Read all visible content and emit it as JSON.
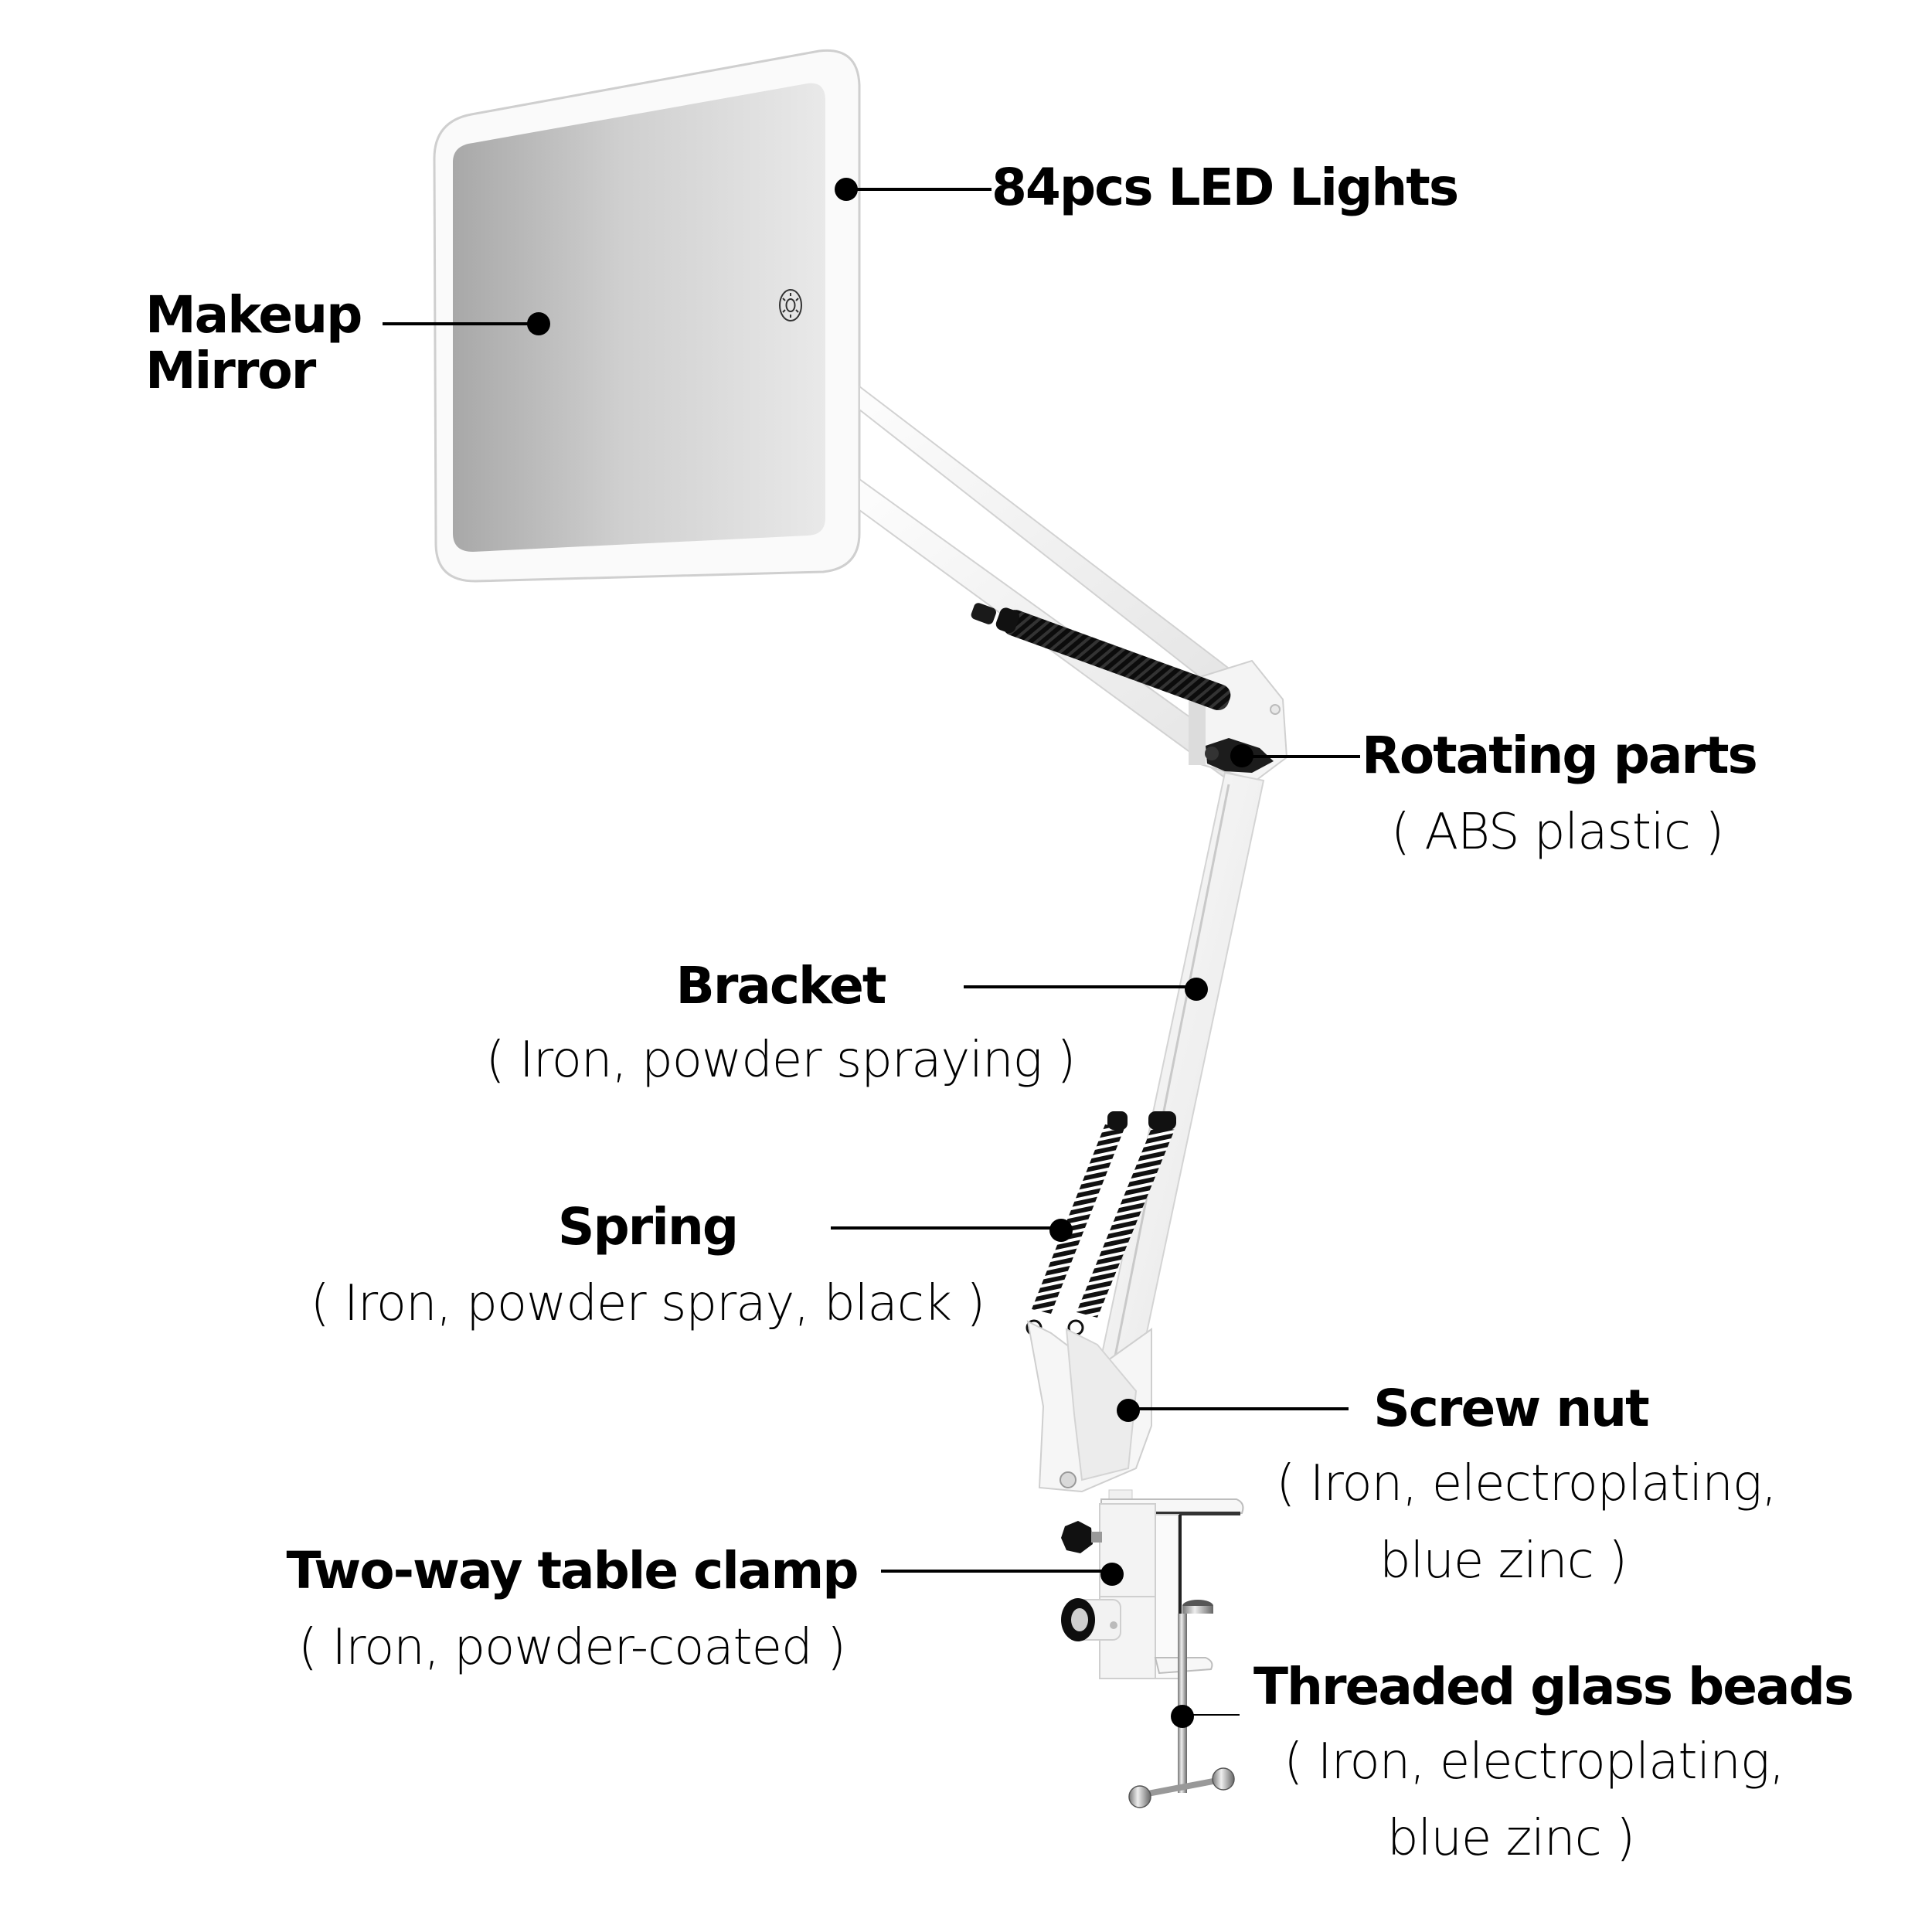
{
  "callouts": {
    "makeup_mirror": {
      "title_line1": "Makeup",
      "title_line2": "Mirror"
    },
    "led_lights": {
      "title": "84pcs LED Lights"
    },
    "rotating_parts": {
      "title": "Rotating parts",
      "material": "( ABS plastic )"
    },
    "bracket": {
      "title": "Bracket",
      "material": "( Iron, powder spraying )"
    },
    "spring": {
      "title": "Spring",
      "material": "( Iron, powder spray, black )"
    },
    "screw_nut": {
      "title": "Screw nut",
      "material_line1": "( Iron, electroplating,",
      "material_line2": "blue zinc )"
    },
    "table_clamp": {
      "title": "Two-way table clamp",
      "material": "( Iron, powder-coated )"
    },
    "glass_beads": {
      "title": "Threaded glass beads",
      "material_line1": "( Iron, electroplating,",
      "material_line2": "blue zinc )"
    }
  },
  "colors": {
    "background": "#ffffff",
    "text": "#000000",
    "frame": "#f7f7f7",
    "mirror_dark": "#a9a9a9",
    "mirror_light": "#e6e6e6",
    "spring": "#111111"
  },
  "icons": {
    "touch_button": "sun-brightness-icon"
  }
}
